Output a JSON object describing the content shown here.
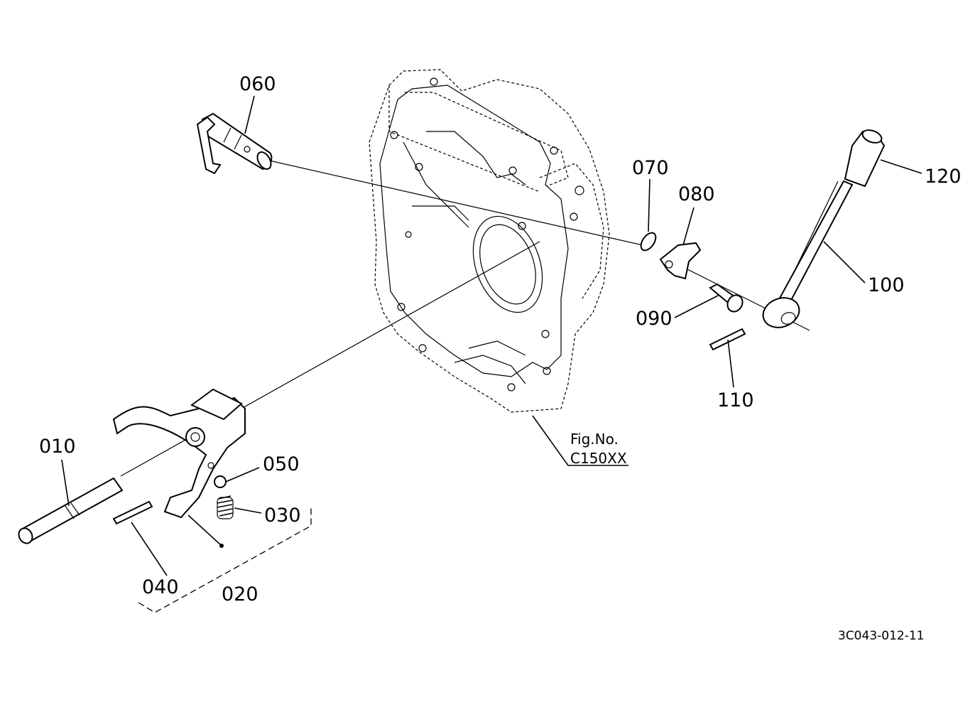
{
  "diagram": {
    "callouts": [
      {
        "id": "060",
        "text": "060"
      },
      {
        "id": "070",
        "text": "070"
      },
      {
        "id": "080",
        "text": "080"
      },
      {
        "id": "120",
        "text": "120"
      },
      {
        "id": "100",
        "text": "100"
      },
      {
        "id": "090",
        "text": "090"
      },
      {
        "id": "110",
        "text": "110"
      },
      {
        "id": "010",
        "text": "010"
      },
      {
        "id": "050",
        "text": "050"
      },
      {
        "id": "030",
        "text": "030"
      },
      {
        "id": "040",
        "text": "040"
      },
      {
        "id": "020",
        "text": "020"
      }
    ],
    "figure_ref": {
      "line1": "Fig.No.",
      "line2": "C150XX"
    },
    "drawing_number": "3C043-012-11"
  }
}
